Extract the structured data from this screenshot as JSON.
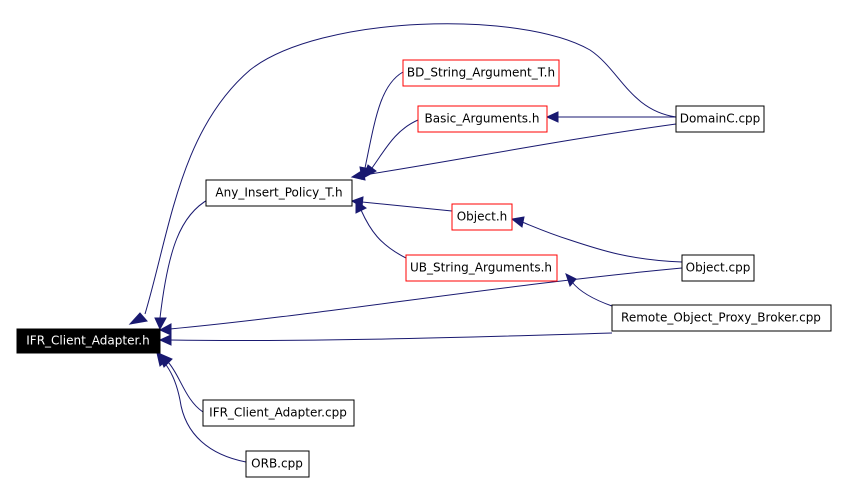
{
  "colors": {
    "edge": "#191970",
    "box_border_default": "#000000",
    "box_border_external": "#ff0000",
    "root_fill": "#000000",
    "root_text": "#ffffff"
  },
  "nodes": {
    "ifr_client_adapter_h": "IFR_Client_Adapter.h",
    "any_insert_policy_t_h": "Any_Insert_Policy_T.h",
    "bd_string_argument_t_h": "BD_String_Argument_T.h",
    "basic_arguments_h": "Basic_Arguments.h",
    "object_h": "Object.h",
    "ub_string_arguments_h": "UB_String_Arguments.h",
    "domainc_cpp": "DomainC.cpp",
    "object_cpp": "Object.cpp",
    "remote_object_proxy_broker_cpp": "Remote_Object_Proxy_Broker.cpp",
    "ifr_client_adapter_cpp": "IFR_Client_Adapter.cpp",
    "orb_cpp": "ORB.cpp"
  }
}
